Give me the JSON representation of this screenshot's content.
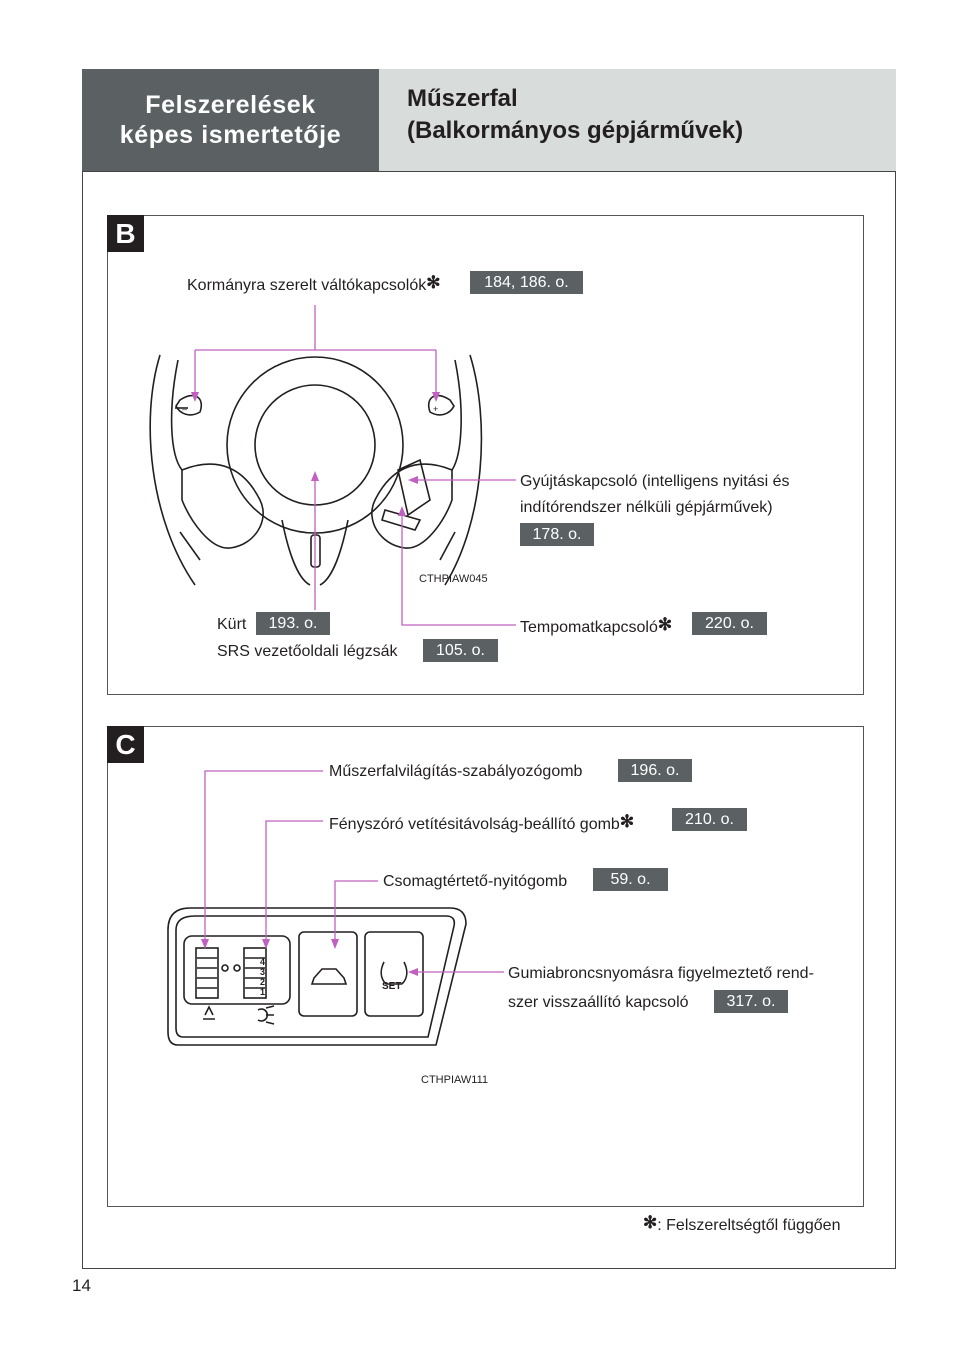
{
  "header": {
    "section_line1": "Felszerelések",
    "section_line2": "képes ismertetője",
    "title_line1": "Műszerfal",
    "title_line2": "(Balkormányos gépjárművek)"
  },
  "panel_b": {
    "badge": "B",
    "paddles": {
      "label": "Kormányra szerelt váltókapcsolók",
      "star": "✻",
      "page": "184, 186. o."
    },
    "ignition": {
      "line1": "Gyújtáskapcsoló (intelligens nyitási és",
      "line2": "indítórendszer nélküli gépjárművek)",
      "page": "178. o."
    },
    "horn": {
      "label": "Kürt",
      "page": "193. o."
    },
    "airbag": {
      "label": "SRS vezetőoldali légzsák",
      "page": "105. o."
    },
    "cruise": {
      "label": "Tempomatkapcsoló",
      "star": "✻",
      "page": "220. o."
    },
    "code": "CTHPIAW045"
  },
  "panel_c": {
    "badge": "C",
    "dimmer": {
      "label": "Műszerfalvilágítás-szabályozógomb",
      "page": "196. o."
    },
    "leveling": {
      "label": "Fényszóró vetítésitávolság-beállító gomb",
      "star": "✻",
      "page": "210. o."
    },
    "trunk": {
      "label": "Csomagtértető-nyitógomb",
      "page": "59. o."
    },
    "tpms": {
      "line1": "Gumiabroncsnyomásra figyelmeztető rend-",
      "line2": "szer visszaállító kapcsoló",
      "page": "317. o."
    },
    "set_label": "SET",
    "scale": [
      "4",
      "3",
      "2",
      "1"
    ],
    "code": "CTHPIAW111"
  },
  "footnote": {
    "star": "✻",
    "text": ": Felszereltségtől függően"
  },
  "page_number": "14",
  "colors": {
    "header_dark": "#5b6163",
    "header_light": "#d8dcdb",
    "leader": "#c060c0",
    "page_badge": "#5b6163"
  }
}
